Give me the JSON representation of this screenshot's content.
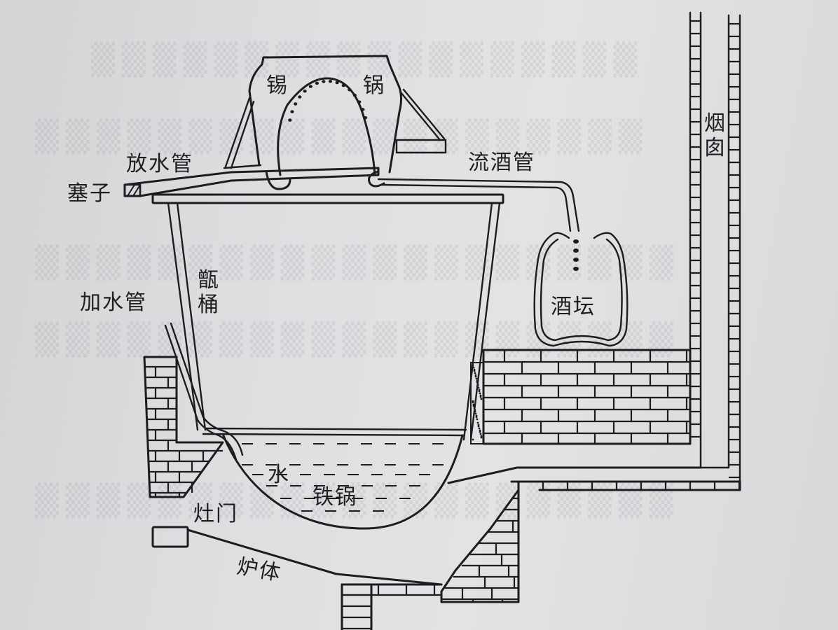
{
  "diagram": {
    "type": "traditional liquor distillation apparatus (cross-section)",
    "colors": {
      "paper": "#dcdddf",
      "ink": "#1d1d20"
    },
    "labels": {
      "tin_pot": [
        "锡",
        "锅"
      ],
      "drain_pipe": "放水管",
      "stopper": "塞子",
      "liquor_outflow_pipe": "流酒管",
      "chimney": [
        "烟",
        "囱"
      ],
      "water_inlet_pipe": "加水管",
      "steamer_barrel": [
        "甑",
        "桶"
      ],
      "liquor_jar": "酒坛",
      "water": "水",
      "iron_pot": "铁锅",
      "stove_door": "灶门",
      "furnace_body": "炉体"
    },
    "components": [
      {
        "id": "tin_pot",
        "name": "锡锅",
        "role": "condenser on top"
      },
      {
        "id": "drain_pipe",
        "name": "放水管",
        "role": "drain pipe with stopper"
      },
      {
        "id": "stopper",
        "name": "塞子"
      },
      {
        "id": "liquor_outflow_pipe",
        "name": "流酒管",
        "role": "leads to liquor jar"
      },
      {
        "id": "liquor_jar",
        "name": "酒坛"
      },
      {
        "id": "steamer_barrel",
        "name": "甑桶"
      },
      {
        "id": "water_inlet_pipe",
        "name": "加水管"
      },
      {
        "id": "iron_pot",
        "name": "铁锅",
        "contents": "水"
      },
      {
        "id": "stove_door",
        "name": "灶门"
      },
      {
        "id": "furnace_body",
        "name": "炉体"
      },
      {
        "id": "chimney",
        "name": "烟囱"
      }
    ]
  }
}
